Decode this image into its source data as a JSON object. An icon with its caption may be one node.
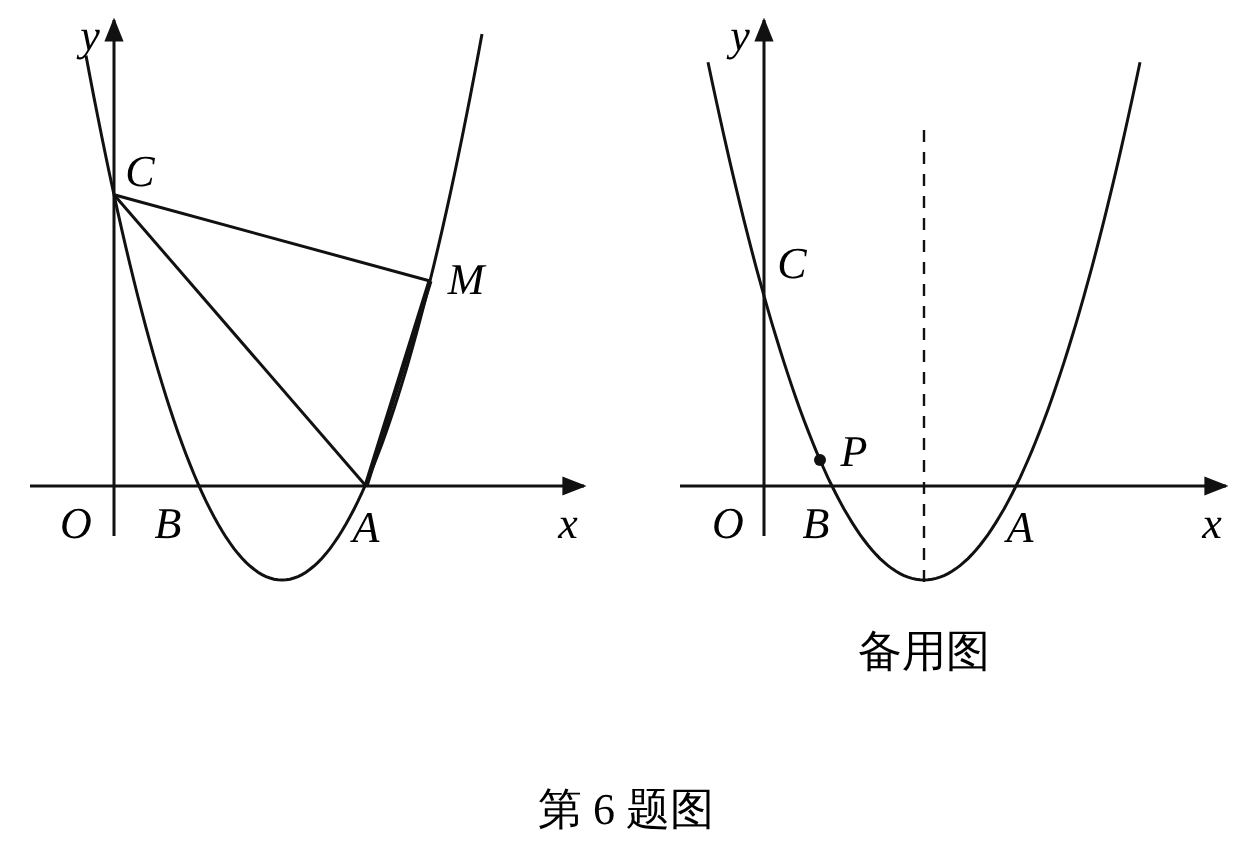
{
  "diagram": {
    "caption": "第 6 题图",
    "labels": [
      "y",
      "C",
      "M",
      "O",
      "B",
      "A",
      "x",
      "y",
      "C",
      "P",
      "O",
      "B",
      "A",
      "x",
      "备用图"
    ]
  }
}
